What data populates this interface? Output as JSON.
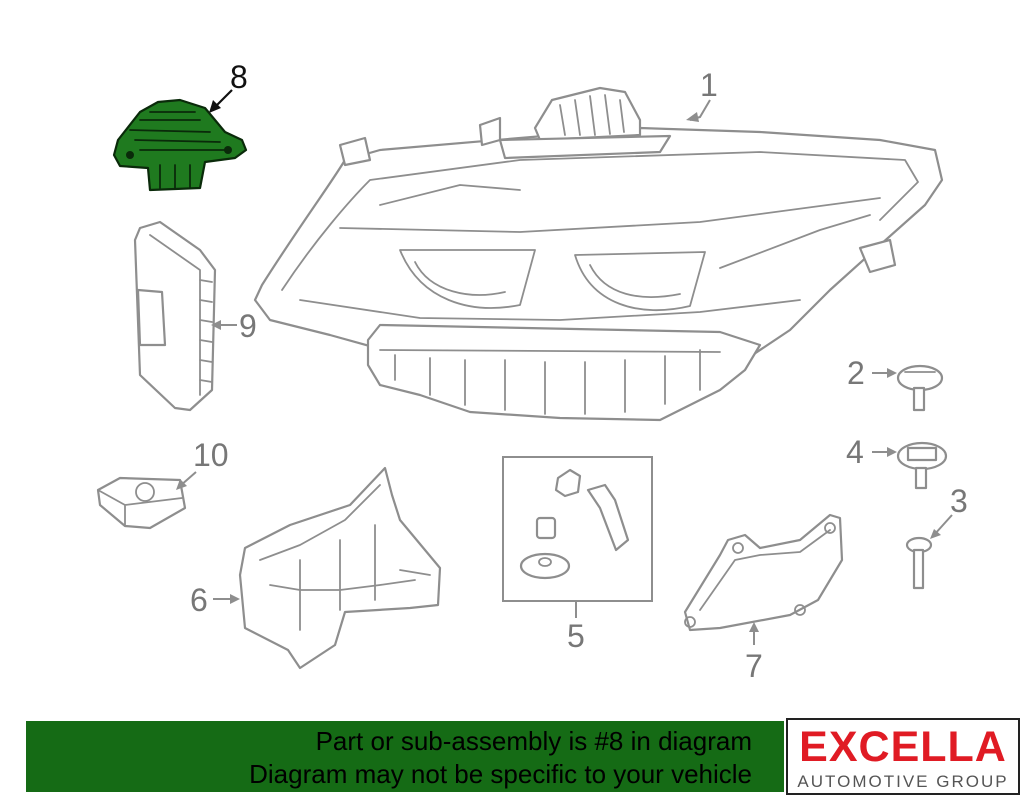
{
  "labels": {
    "p1": "1",
    "p2": "2",
    "p3": "3",
    "p4": "4",
    "p5": "5",
    "p6": "6",
    "p7": "7",
    "p8": "8",
    "p9": "9",
    "p10": "10"
  },
  "banner": {
    "line1": "Part or sub-assembly is #8 in diagram",
    "line2": "Diagram may not be specific to your vehicle"
  },
  "logo": {
    "brand": "EXCELLA",
    "tagline": "AUTOMOTIVE GROUP"
  },
  "colors": {
    "highlight": "#1f7a1f",
    "banner": "#156b15",
    "brand_red": "#e01b24",
    "line_gray": "#8e8e8e"
  }
}
